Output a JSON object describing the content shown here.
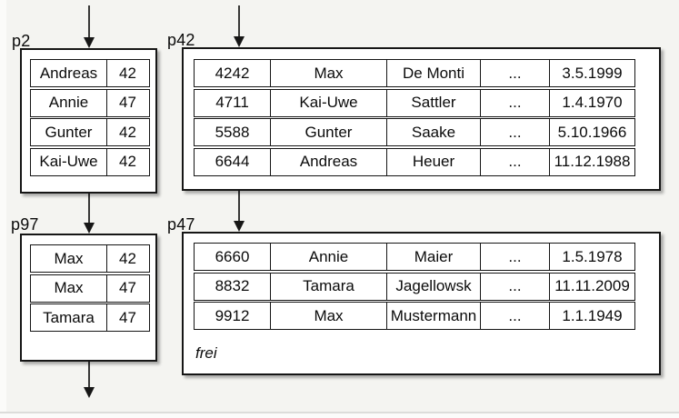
{
  "colors": {
    "background": "#f4f4f1",
    "box_fill": "#ffffff",
    "box_border": "#161616",
    "text": "#0b0b0b",
    "bottom_edge": "#dcdcda"
  },
  "pages": [
    {
      "id": "p2",
      "label": "p2",
      "type": "key-page",
      "rows": [
        [
          "Andreas",
          "42"
        ],
        [
          "Annie",
          "47"
        ],
        [
          "Gunter",
          "42"
        ],
        [
          "Kai-Uwe",
          "42"
        ]
      ]
    },
    {
      "id": "p42",
      "label": "p42",
      "type": "data-page",
      "rows": [
        [
          "4242",
          "Max",
          "De Monti",
          "...",
          "3.5.1999"
        ],
        [
          "4711",
          "Kai-Uwe",
          "Sattler",
          "...",
          "1.4.1970"
        ],
        [
          "5588",
          "Gunter",
          "Saake",
          "...",
          "5.10.1966"
        ],
        [
          "6644",
          "Andreas",
          "Heuer",
          "...",
          "11.12.1988"
        ]
      ]
    },
    {
      "id": "p97",
      "label": "p97",
      "type": "key-page",
      "rows": [
        [
          "Max",
          "42"
        ],
        [
          "Max",
          "47"
        ],
        [
          "Tamara",
          "47"
        ]
      ]
    },
    {
      "id": "p47",
      "label": "p47",
      "type": "data-page",
      "rows": [
        [
          "6660",
          "Annie",
          "Maier",
          "...",
          "1.5.1978"
        ],
        [
          "8832",
          "Tamara",
          "Jagellowsk",
          "...",
          "11.11.2009"
        ],
        [
          "9912",
          "Max",
          "Mustermann",
          "...",
          "1.1.1949"
        ]
      ],
      "free_label": "frei"
    }
  ],
  "arrows": [
    {
      "name": "arrow-into-p2",
      "from": "top",
      "to": "p2"
    },
    {
      "name": "arrow-into-p42",
      "from": "top",
      "to": "p42"
    },
    {
      "name": "arrow-p2-to-p97",
      "from": "p2",
      "to": "p97"
    },
    {
      "name": "arrow-p42-to-p47",
      "from": "p42",
      "to": "p47"
    },
    {
      "name": "arrow-p97-out",
      "from": "p97",
      "to": "bottom"
    }
  ]
}
